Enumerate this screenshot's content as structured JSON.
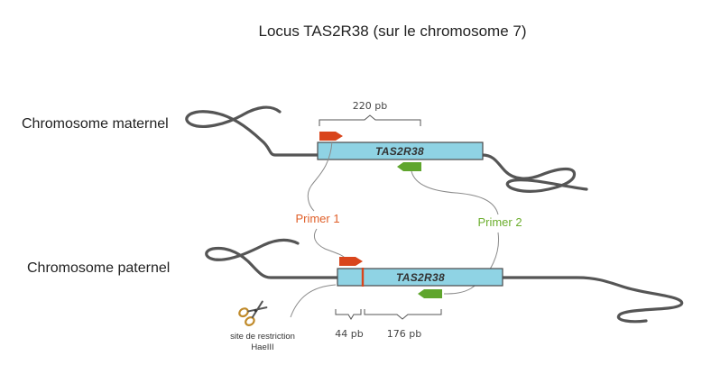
{
  "title": "Locus TAS2R38 (sur le chromosome 7)",
  "maternal": {
    "label": "Chromosome maternel",
    "gene": "TAS2R38",
    "span": "220 pb"
  },
  "paternal": {
    "label": "Chromosome paternel",
    "gene": "TAS2R38",
    "fragment_left": "44 pb",
    "fragment_right": "176 pb"
  },
  "primers": {
    "primer1": "Primer 1",
    "primer2": "Primer 2"
  },
  "restriction_site": {
    "line1": "site de restriction",
    "line2": "HaeIII"
  },
  "colors": {
    "gene_fill": "#8fd3e4",
    "primer1": "#d9451c",
    "primer2": "#5fa52d",
    "dna": "#555555",
    "cut_site": "#d9451c"
  }
}
